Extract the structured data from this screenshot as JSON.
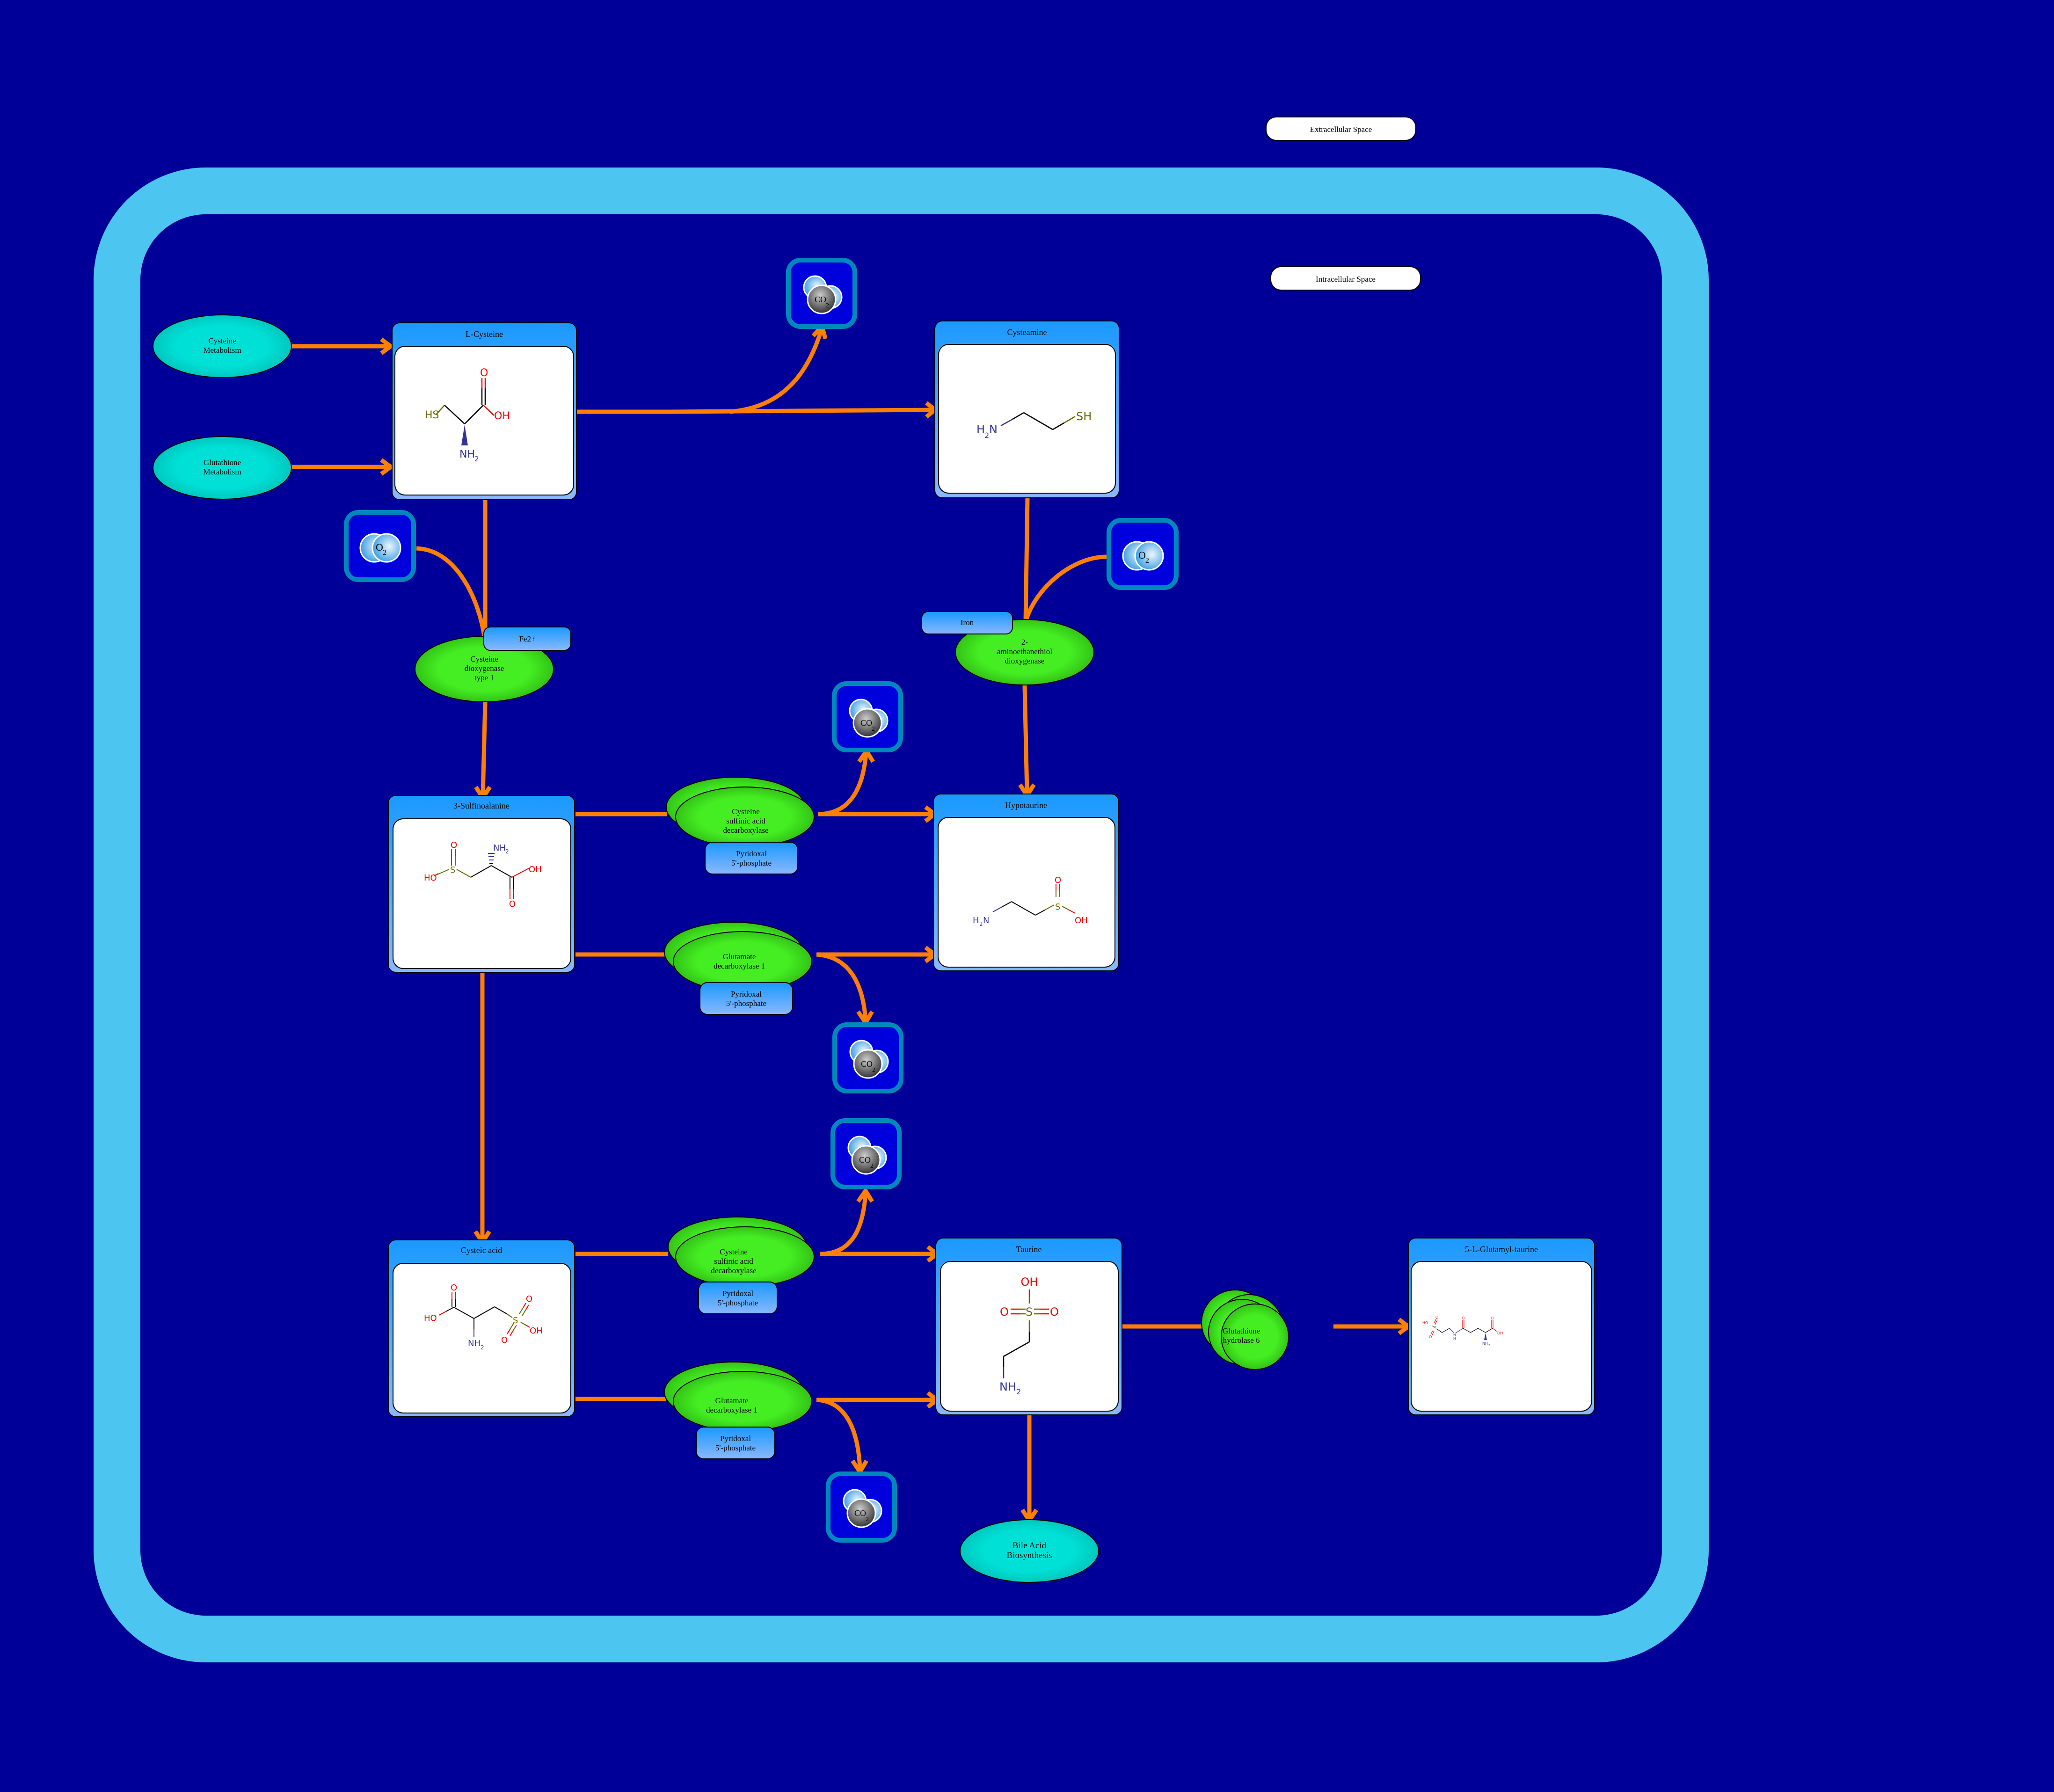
{
  "colors": {
    "background": "#000099",
    "membrane": "#4cc6f0",
    "edge": "#ff8000",
    "metabolite_header": "#1a99ff",
    "metabolite_header_bottom": "#8ab8ff",
    "enzyme": "#44ee22",
    "pathway": "#00ddd4",
    "cofactor": "#1a99ff",
    "small_molecule_border": "#0088bb",
    "small_molecule_fill": "#0000dd",
    "atom_N": "#333399",
    "atom_O": "#ee0000",
    "atom_S": "#666600"
  },
  "compartments": {
    "extracellular": "Extracellular Space",
    "intracellular": "Intracellular Space"
  },
  "pathways": {
    "cysteine_metabolism": [
      "Cysteine",
      "Metabolism"
    ],
    "glutathione_metabolism": [
      "Glutathione",
      "Metabolism"
    ],
    "bile_acid": [
      "Bile Acid",
      "Biosynthesis"
    ]
  },
  "metabolites": {
    "l_cysteine": {
      "name": "L-Cysteine",
      "atoms": {
        "hs": "HS",
        "o": "O",
        "oh": "OH",
        "nh": "NH",
        "sub2": "2"
      }
    },
    "cysteamine": {
      "name": "Cysteamine",
      "atoms": {
        "h": "H",
        "sub2": "2",
        "n": "N",
        "sh": "SH"
      }
    },
    "sulfinoalanine": {
      "name": "3-Sulfinoalanine",
      "atoms": {
        "o1": "O",
        "s": "S",
        "ho": "HO",
        "nh": "NH",
        "sub2": "2",
        "oh": "OH",
        "o2": "O"
      }
    },
    "hypotaurine": {
      "name": "Hypotaurine",
      "atoms": {
        "h": "H",
        "sub2": "2",
        "n": "N",
        "o": "O",
        "s": "S",
        "oh": "OH"
      }
    },
    "cysteic_acid": {
      "name": "Cysteic acid",
      "atoms": {
        "o1": "O",
        "ho": "HO",
        "nh": "NH",
        "sub2": "2",
        "s": "S",
        "o2": "O",
        "o3": "O",
        "oh": "OH"
      }
    },
    "taurine": {
      "name": "Taurine",
      "atoms": {
        "oh": "OH",
        "o1": "O",
        "s": "S",
        "o2": "O",
        "nh": "NH",
        "sub2": "2"
      }
    },
    "glutamyl_taurine": {
      "name": "5-L-Glutamyl-taurine",
      "atoms": {
        "ho": "HO",
        "o1": "O",
        "s": "S",
        "o2": "O",
        "n": "N",
        "h": "H",
        "o3": "O",
        "o4": "O",
        "oh": "OH",
        "nh": "NH",
        "sub2": "2"
      }
    }
  },
  "small_molecules": {
    "o2_label": "O",
    "co2_label": "CO",
    "subscript": "2"
  },
  "enzymes": {
    "cdo1": [
      "Cysteine",
      "dioxygenase",
      "type 1"
    ],
    "ado": [
      "2-",
      "aminoethanethiol",
      "dioxygenase"
    ],
    "csad_1": [
      "Cysteine",
      "sulfinic acid",
      "decarboxylase"
    ],
    "gad1_1": [
      "Glutamate",
      "decarboxylase 1"
    ],
    "csad_2": [
      "Cysteine",
      "sulfinic acid",
      "decarboxylase"
    ],
    "gad1_2": [
      "Glutamate",
      "decarboxylase 1"
    ],
    "ggt6": [
      "Glutathione",
      "hydrolase 6"
    ]
  },
  "cofactors": {
    "fe2": [
      "Fe2+"
    ],
    "iron": [
      "Iron"
    ],
    "plp": [
      "Pyridoxal",
      "5'-phosphate"
    ]
  }
}
